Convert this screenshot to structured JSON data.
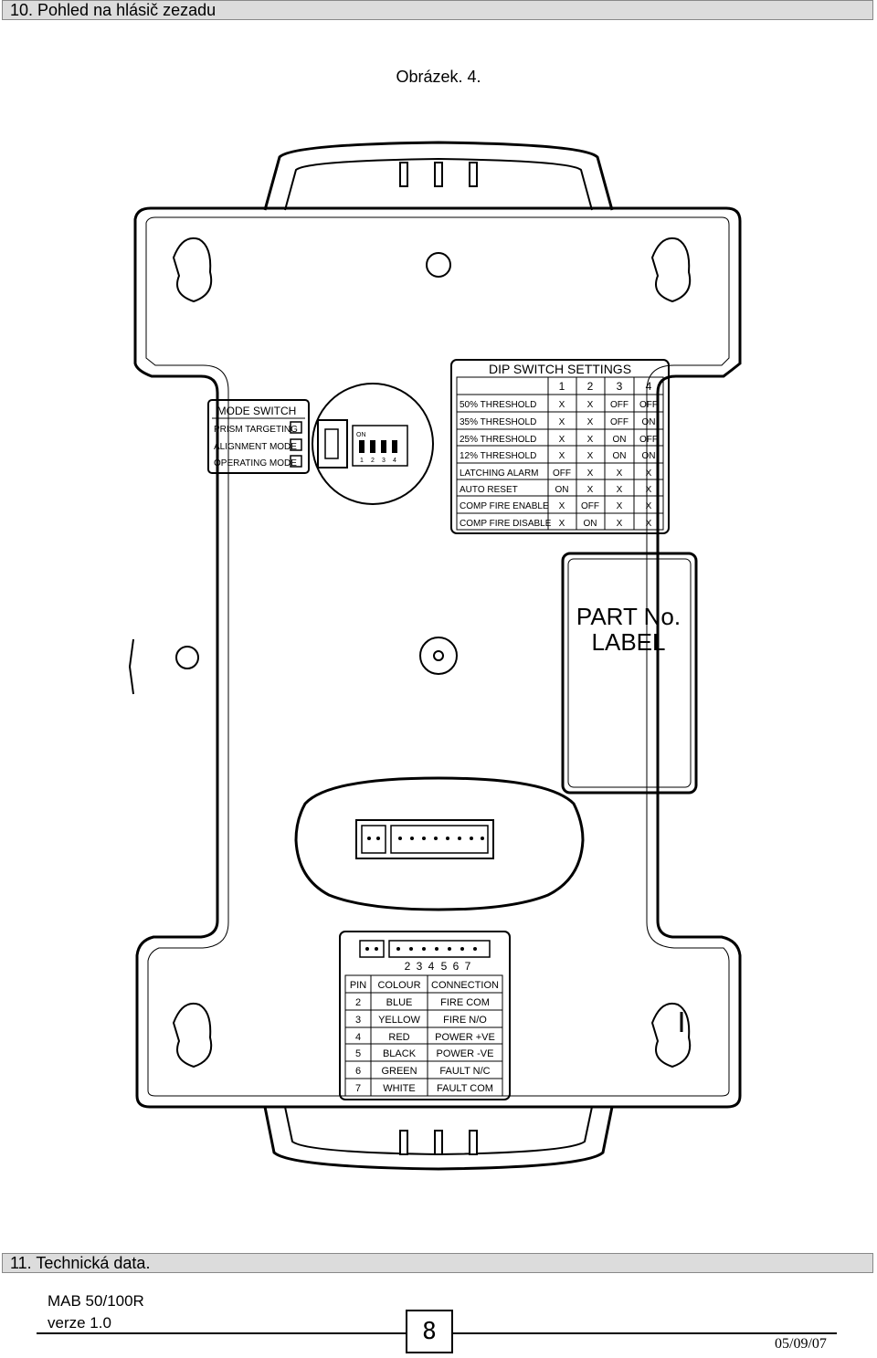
{
  "section_header": "10. Pohled na hlásič zezadu",
  "figure_caption": "Obrázek. 4.",
  "mode_switch": {
    "title": "MODE SWITCH",
    "items": [
      "PRISM TARGETING",
      "ALIGNMENT MODE",
      "OPERATING MODE"
    ]
  },
  "dip_switch_body": {
    "on_label": "ON",
    "numbers": [
      "1",
      "2",
      "3",
      "4"
    ]
  },
  "dip_table": {
    "title": "DIP SWITCH SETTINGS",
    "columns": [
      "1",
      "2",
      "3",
      "4"
    ],
    "rows": [
      {
        "label": "50% THRESHOLD",
        "values": [
          "X",
          "X",
          "OFF",
          "OFF"
        ]
      },
      {
        "label": "35% THRESHOLD",
        "values": [
          "X",
          "X",
          "OFF",
          "ON"
        ]
      },
      {
        "label": "25% THRESHOLD",
        "values": [
          "X",
          "X",
          "ON",
          "OFF"
        ]
      },
      {
        "label": "12% THRESHOLD",
        "values": [
          "X",
          "X",
          "ON",
          "ON"
        ]
      },
      {
        "label": "LATCHING ALARM",
        "values": [
          "OFF",
          "X",
          "X",
          "X"
        ]
      },
      {
        "label": "AUTO RESET",
        "values": [
          "ON",
          "X",
          "X",
          "X"
        ]
      },
      {
        "label": "COMP FIRE ENABLE",
        "values": [
          "X",
          "OFF",
          "X",
          "X"
        ]
      },
      {
        "label": "COMP FIRE DISABLE",
        "values": [
          "X",
          "ON",
          "X",
          "X"
        ]
      }
    ]
  },
  "part_label": {
    "line1": "PART No.",
    "line2": "LABEL"
  },
  "terminal_numbers": [
    "2",
    "3",
    "4",
    "5",
    "6",
    "7"
  ],
  "pin_table": {
    "headers": [
      "PIN",
      "COLOUR",
      "CONNECTION"
    ],
    "rows": [
      [
        "2",
        "BLUE",
        "FIRE COM"
      ],
      [
        "3",
        "YELLOW",
        "FIRE N/O"
      ],
      [
        "4",
        "RED",
        "POWER +VE"
      ],
      [
        "5",
        "BLACK",
        "POWER -VE"
      ],
      [
        "6",
        "GREEN",
        "FAULT N/C"
      ],
      [
        "7",
        "WHITE",
        "FAULT COM"
      ]
    ]
  },
  "next_section_header": "11. Technická data.",
  "footer": {
    "model": "MAB 50/100R",
    "version": "verze 1.0",
    "page_number": "8",
    "date": "05/09/07"
  }
}
